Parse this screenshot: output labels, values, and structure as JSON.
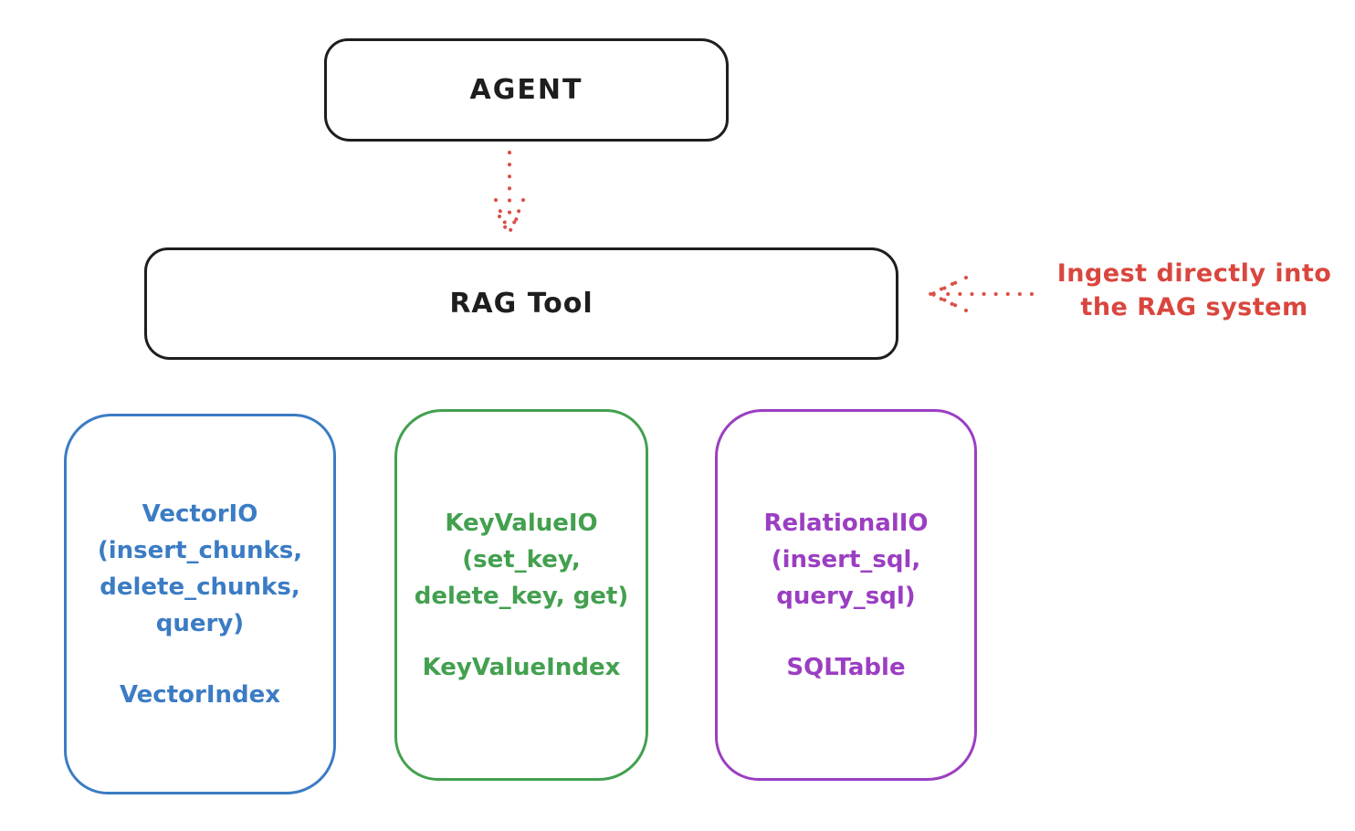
{
  "diagram": {
    "agent": {
      "label": "AGENT"
    },
    "rag_tool": {
      "label": "RAG Tool"
    },
    "annotation": {
      "line1": "Ingest directly into",
      "line2": "the RAG system"
    },
    "backends": [
      {
        "name": "vector-io",
        "lines": [
          "VectorIO",
          "(insert_chunks,",
          "delete_chunks,",
          "query)"
        ],
        "index": "VectorIndex",
        "color": "#3b7cc4"
      },
      {
        "name": "keyvalue-io",
        "lines": [
          "KeyValueIO",
          "(set_key,",
          "delete_key, get)"
        ],
        "index": "KeyValueIndex",
        "color": "#43a04f"
      },
      {
        "name": "relational-io",
        "lines": [
          "RelationalIO",
          "(insert_sql,",
          "query_sql)"
        ],
        "index": "SQLTable",
        "color": "#9b3ec2"
      }
    ],
    "colors": {
      "node_stroke": "#1e1e1e",
      "arrow_red": "#da4f47",
      "annotation_red": "#d9463e",
      "background": "#ffffff"
    }
  }
}
